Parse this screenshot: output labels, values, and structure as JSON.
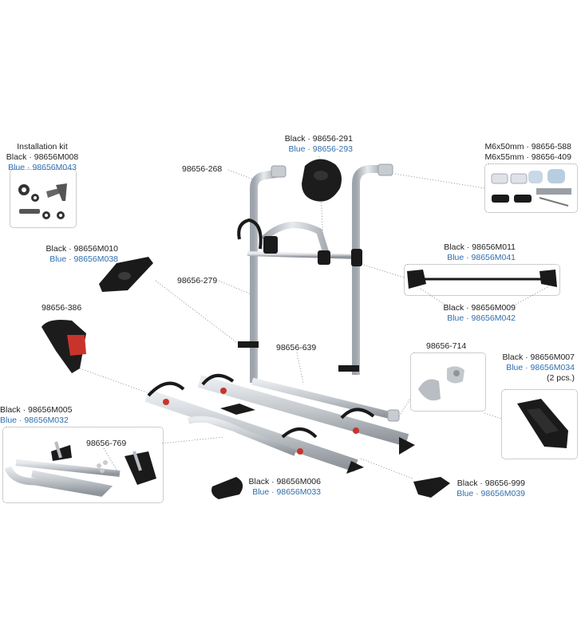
{
  "installation_kit": {
    "title": "Installation kit",
    "black": "Black · 98656M008",
    "blue": "Blue · 98656M043"
  },
  "knob": {
    "black": "Black · 98656-291",
    "blue": "Blue · 98656-293"
  },
  "screws": {
    "m6x50": "M6x50mm · 98656-588",
    "m6x55": "M6x55mm · 98656-409"
  },
  "post_cap": "98656-268",
  "wheel_holder_top": {
    "black": "Black · 98656M010",
    "blue": "Blue · 98656M038"
  },
  "upright": "98656-279",
  "crossbar": {
    "black": "Black · 98656M011",
    "blue": "Blue · 98656M041"
  },
  "crossbar_ends": {
    "black": "Black · 98656M009",
    "blue": "Blue · 98656M042"
  },
  "strap": "98656-386",
  "rail_connector": "98656-639",
  "end_caps": "98656-714",
  "foot": {
    "black": "Black · 98656M007",
    "blue": "Blue · 98656M034",
    "qty": "(2 pcs.)"
  },
  "extension": {
    "black": "Black · 98656M005",
    "blue": "Blue · 98656M032"
  },
  "small_parts": "98656-769",
  "rail_end_left": {
    "black": "Black · 98656M006",
    "blue": "Blue · 98656M033"
  },
  "rail_end_right": {
    "black": "Black · 98656-999",
    "blue": "Blue · 98656M039"
  },
  "colors": {
    "blue_text": "#2f6fae",
    "aluminium": "#c9cdd2",
    "plastic": "#1a1a1a",
    "red": "#c8342c"
  }
}
